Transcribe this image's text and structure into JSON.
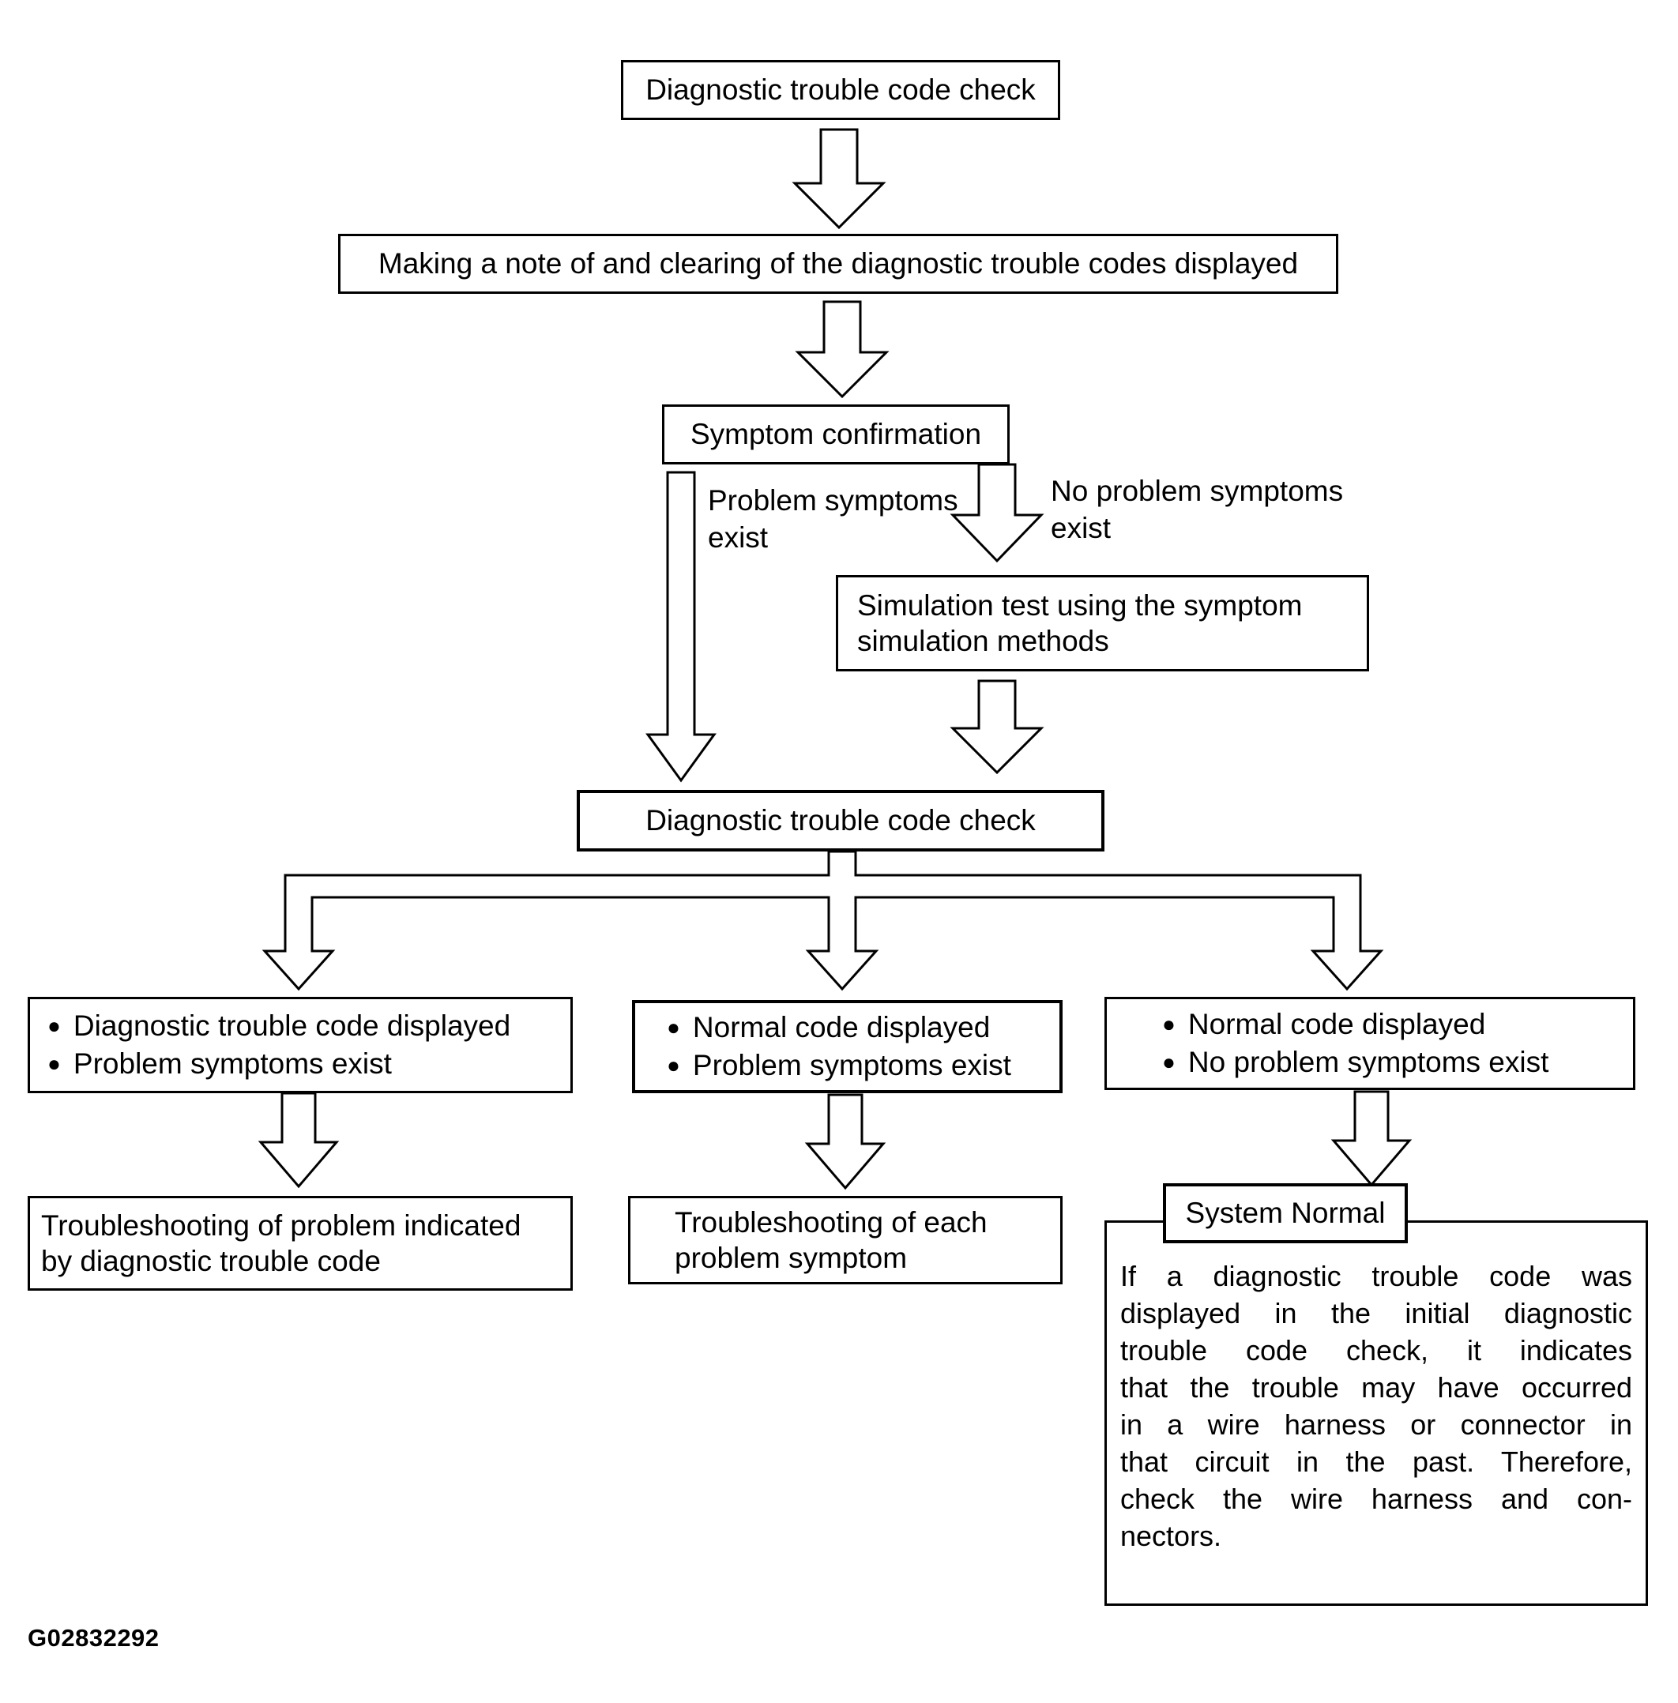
{
  "figure": {
    "id_label": "G02832292"
  },
  "glyphs": {
    "bullet": "●"
  },
  "boxes": {
    "dtc_check_top": {
      "label": "Diagnostic trouble code check"
    },
    "note_and_clear": {
      "label": "Making a note of and clearing of the diagnostic trouble codes displayed"
    },
    "symptom_confirmation": {
      "label": "Symptom confirmation"
    },
    "simulation_test": {
      "lines": [
        "Simulation test using the symptom",
        "simulation methods"
      ]
    },
    "dtc_check_mid": {
      "label": "Diagnostic trouble code check"
    },
    "outcome_left": {
      "items": [
        "Diagnostic trouble code displayed",
        "Problem symptoms exist"
      ]
    },
    "outcome_middle": {
      "items": [
        "Normal code displayed",
        "Problem symptoms exist"
      ]
    },
    "outcome_right": {
      "items": [
        "Normal code displayed",
        "No problem symptoms exist"
      ]
    },
    "troubleshoot_by_code": {
      "lines": [
        "Troubleshooting of problem indicated",
        "by diagnostic trouble code"
      ]
    },
    "troubleshoot_symptom": {
      "lines": [
        "Troubleshooting of each",
        "problem symptom"
      ]
    },
    "system_normal": {
      "title": "System Normal",
      "body_lines": [
        "If a diagnostic trouble code was",
        "displayed in the initial diagnostic",
        "trouble code check, it indicates",
        "that the trouble may have occurred",
        "in a wire harness or connector in",
        "that circuit in the past. Therefore,",
        "check the wire harness and con-",
        "nectors."
      ]
    }
  },
  "branch_labels": {
    "problem_symptoms": {
      "lines": [
        "Problem symptoms",
        "exist"
      ]
    },
    "no_problem_symptoms": {
      "lines": [
        "No problem symptoms",
        "exist"
      ]
    }
  }
}
